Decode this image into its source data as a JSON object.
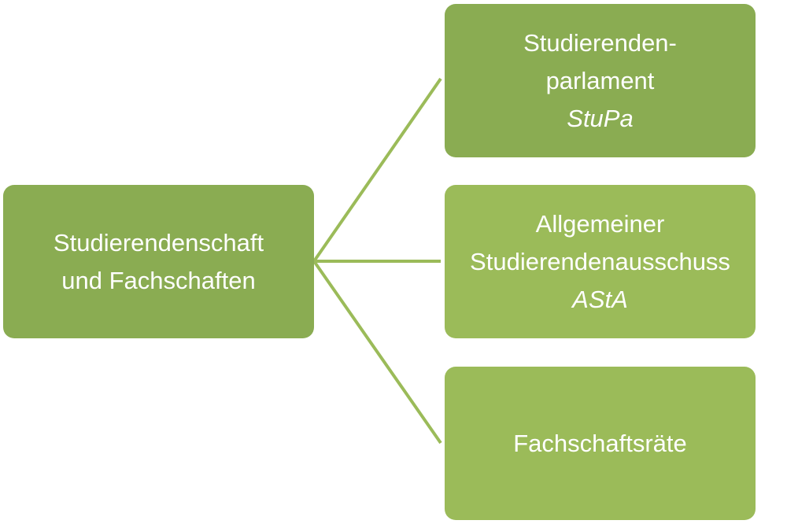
{
  "root": {
    "lines": [
      "Studierendenschaft",
      "und Fachschaften"
    ]
  },
  "children": [
    {
      "lines": [
        "Studierenden-",
        "parlament"
      ],
      "abbreviation": "StuPa"
    },
    {
      "lines": [
        "Allgemeiner",
        "Studierendenausschuss"
      ],
      "abbreviation": "AStA"
    },
    {
      "lines": [
        "Fachschaftsräte"
      ]
    }
  ],
  "colors": {
    "dark_green": "#8aac52",
    "light_green": "#9bbb59",
    "connector": "#9bbb59",
    "text": "#ffffff"
  }
}
